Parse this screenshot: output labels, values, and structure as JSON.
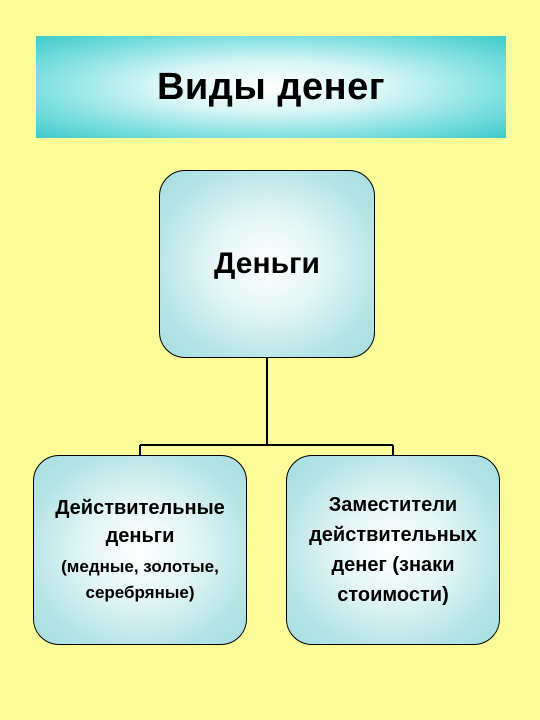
{
  "title": "Виды денег",
  "root": {
    "label": "Деньги"
  },
  "children": [
    {
      "main": "Действительные\nденьги",
      "sub": "(медные, золотые,\nсеребряные)"
    },
    {
      "main": "Заместители\nдействительных\nденег (знаки\nстоимости)"
    }
  ],
  "colors": {
    "background": "#fbfb9a",
    "banner": "#3fcaca",
    "node_fill": "#b6e4e6",
    "line": "#000000"
  }
}
